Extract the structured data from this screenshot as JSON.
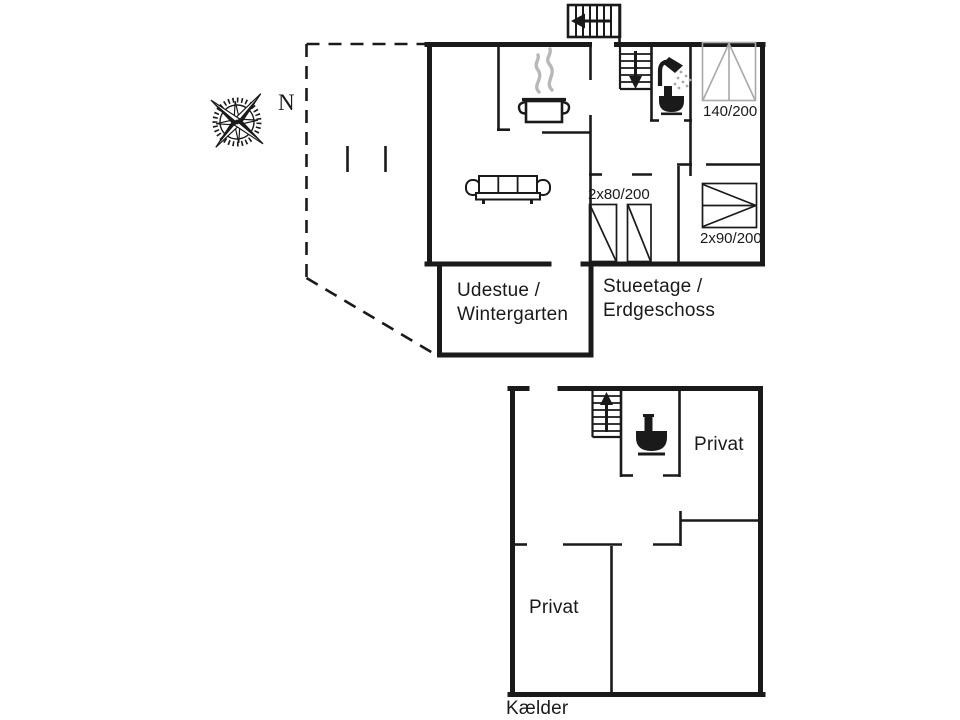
{
  "colors": {
    "ink": "#1a1a1a",
    "bed_gray": "#a9a9a9",
    "steam_gray": "#b8b8b8",
    "background": "#ffffff"
  },
  "compass": {
    "north_label": "N"
  },
  "upper_floor": {
    "floor_label_line1": "Stueetage /",
    "floor_label_line2": "Erdgeschoss",
    "winter_garden_line1": "Udestue /",
    "winter_garden_line2": "Wintergarten",
    "bed_labels": {
      "double_bed": "140/200",
      "twin_beds": "2x80/200",
      "bunk_beds": "2x90/200"
    }
  },
  "basement": {
    "floor_label": "Kælder",
    "room_labels": {
      "private_upper": "Privat",
      "private_lower": "Privat"
    }
  },
  "icons": {
    "compass": "compass-rose-icon",
    "stove": "cooking-pot-icon",
    "sofa": "sofa-icon",
    "shower": "shower-icon",
    "toilet": "toilet-icon",
    "stairs_entry": "stairs-entry-icon",
    "stairs_down": "stairs-down-icon",
    "stairs_up": "stairs-up-icon"
  }
}
